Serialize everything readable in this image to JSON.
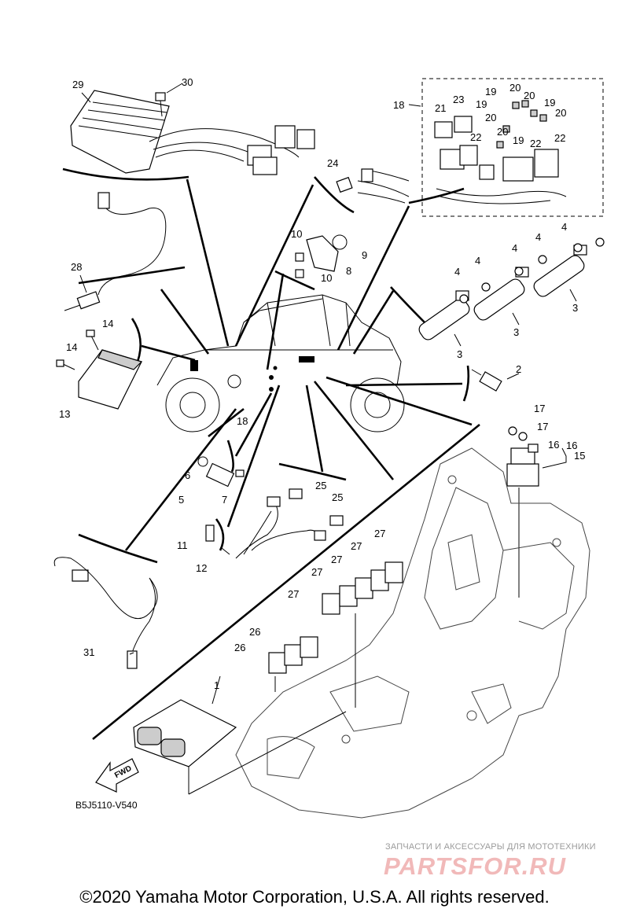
{
  "diagram": {
    "reference_code": "B5J5110-V540",
    "direction_label": "FWD",
    "copyright": "©2020 Yamaha Motor Corporation, U.S.A. All rights reserved.",
    "watermark": {
      "subtitle": "ЗАПЧАСТИ И АКСЕССУАРЫ ДЛЯ МОТОТЕХНИКИ",
      "logo": "PARTSFOR.RU"
    },
    "callouts": [
      "1",
      "2",
      "3",
      "3",
      "3",
      "4",
      "4",
      "4",
      "4",
      "4",
      "5",
      "6",
      "7",
      "8",
      "9",
      "10",
      "10",
      "11",
      "12",
      "13",
      "14",
      "14",
      "15",
      "16",
      "16",
      "17",
      "17",
      "18",
      "18",
      "19",
      "19",
      "19",
      "19",
      "20",
      "20",
      "20",
      "20",
      "20",
      "21",
      "22",
      "22",
      "22",
      "23",
      "24",
      "25",
      "25",
      "26",
      "26",
      "27",
      "27",
      "27",
      "27",
      "27",
      "28",
      "29",
      "30",
      "31"
    ]
  }
}
